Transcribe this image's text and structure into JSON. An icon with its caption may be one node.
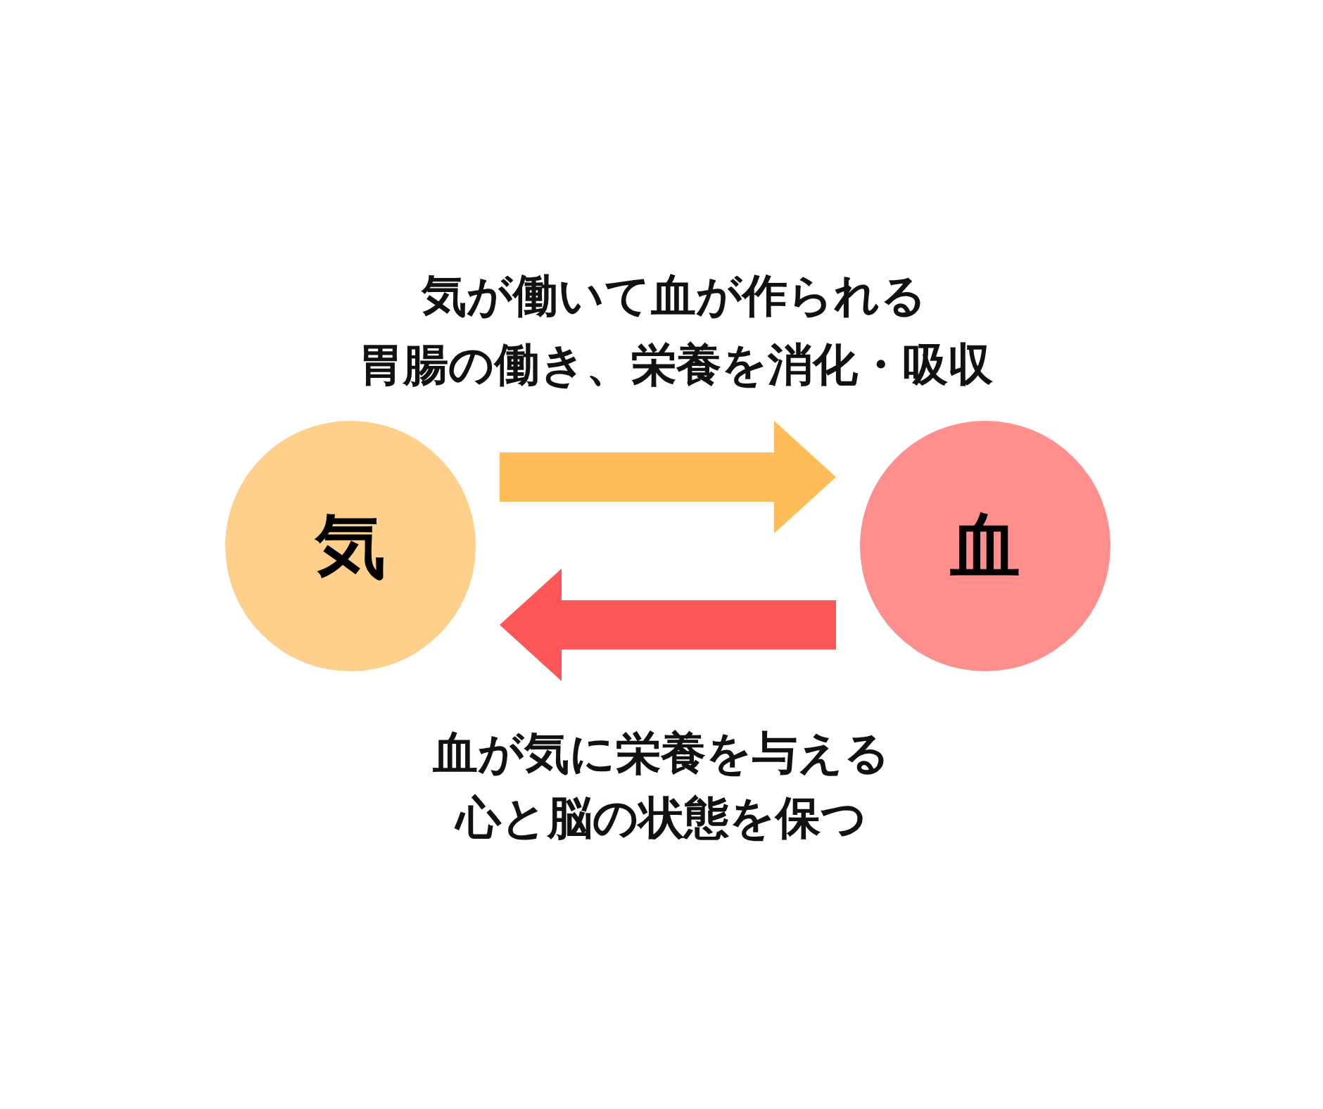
{
  "diagram": {
    "nodes": [
      {
        "text": [
          "気"
        ]
      },
      {
        "text": [
          "血"
        ]
      }
    ],
    "edges": [
      {
        "from": 0,
        "to": 1,
        "arrow": "to",
        "color": "#ffbd59"
      },
      {
        "from": 1,
        "to": 0,
        "arrow": "to",
        "color": "#ff5757"
      }
    ],
    "labels": [
      "気が働いて血が作られる",
      "胃腸の働き、栄養を消化・吸収",
      "血が気に栄養を与える",
      "心と脳の状態を保つ"
    ]
  }
}
